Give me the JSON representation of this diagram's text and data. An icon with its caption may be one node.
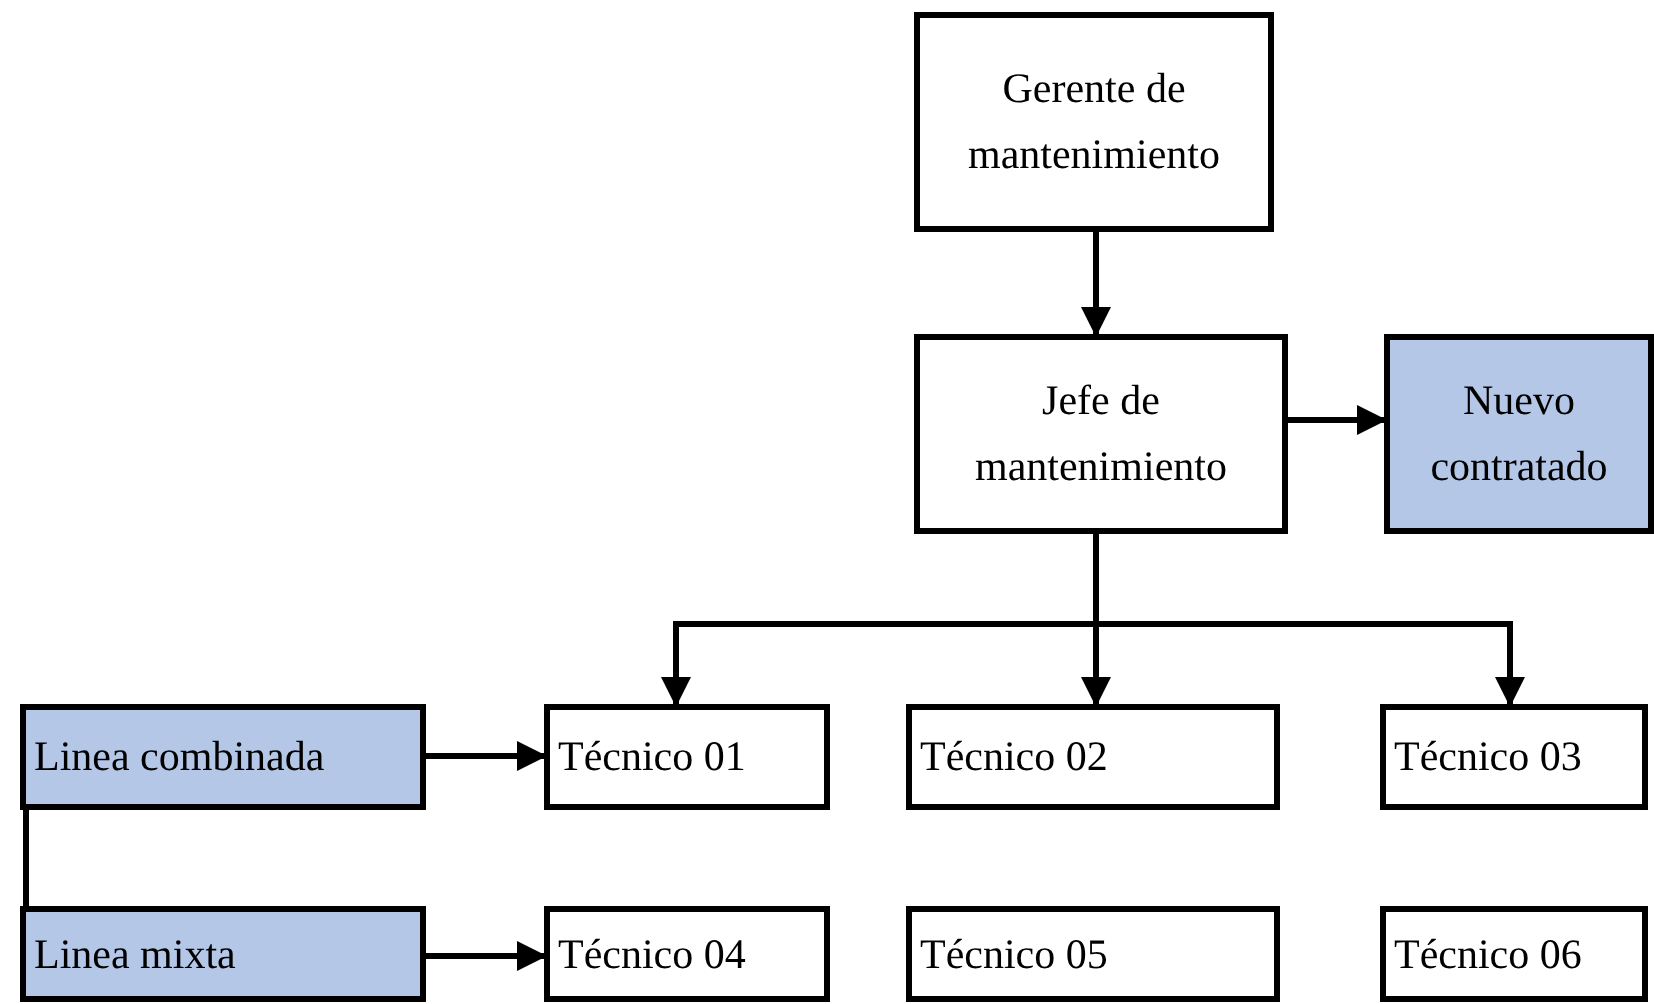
{
  "diagram": {
    "nodes": [
      {
        "text": [
          "Gerente de mantenimiento"
        ]
      },
      {
        "text": [
          "Jefe de mantenimiento"
        ]
      },
      {
        "text": [
          "Nuevo contratado"
        ]
      },
      {
        "text": [
          "Linea combinada"
        ]
      },
      {
        "text": [
          "Técnico 01"
        ]
      },
      {
        "text": [
          "Técnico 02"
        ]
      },
      {
        "text": [
          "Técnico 03"
        ]
      },
      {
        "text": [
          "Linea mixta"
        ]
      },
      {
        "text": [
          "Técnico 04"
        ]
      },
      {
        "text": [
          "Técnico 05"
        ]
      },
      {
        "text": [
          "Técnico 06"
        ]
      }
    ],
    "edges": [
      {
        "from": 0,
        "to": 1,
        "arrow": "to"
      },
      {
        "from": 1,
        "to": 2,
        "arrow": "to"
      },
      {
        "from": 1,
        "to": 4,
        "arrow": "to"
      },
      {
        "from": 1,
        "to": 5,
        "arrow": "to"
      },
      {
        "from": 1,
        "to": 6,
        "arrow": "to"
      },
      {
        "from": 3,
        "to": 4,
        "arrow": "to"
      },
      {
        "from": 3,
        "to": 7,
        "arrow": "none"
      },
      {
        "from": 7,
        "to": 8,
        "arrow": "to"
      }
    ]
  }
}
